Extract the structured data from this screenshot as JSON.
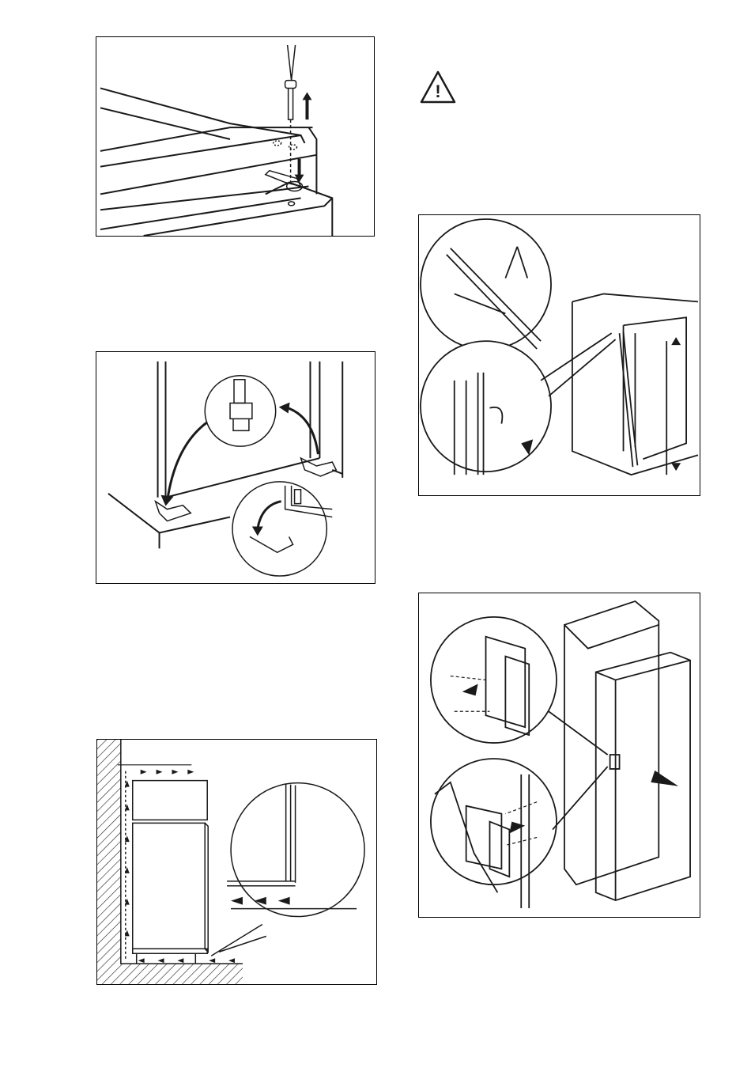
{
  "page": {
    "background": "#ffffff",
    "line_color": "#1a1a1a"
  },
  "warning": {
    "icon": "warning-triangle-icon",
    "glyph": "!"
  },
  "figures": [
    {
      "id": "fig1",
      "icon": "hinge-pin-screw-illustration"
    },
    {
      "id": "fig2",
      "icon": "hinge-pin-relocation-illustration"
    },
    {
      "id": "fig3",
      "icon": "ventilation-airflow-illustration"
    },
    {
      "id": "fig4",
      "icon": "seal-strip-cutting-illustration"
    },
    {
      "id": "fig5",
      "icon": "bracket-mounting-illustration"
    }
  ]
}
